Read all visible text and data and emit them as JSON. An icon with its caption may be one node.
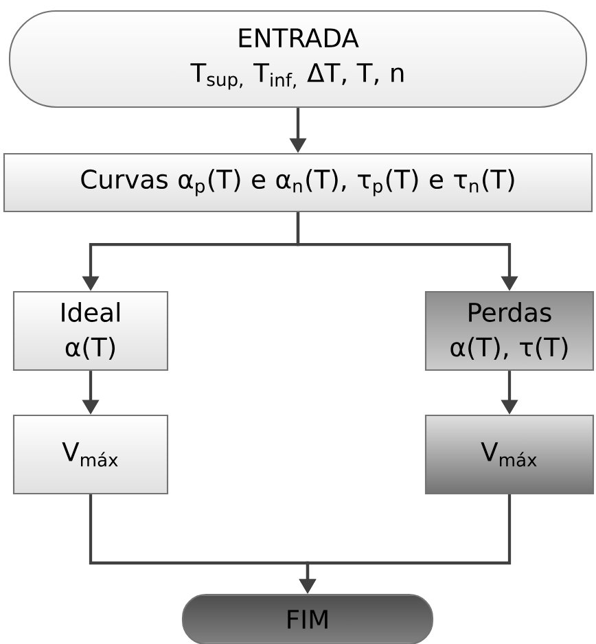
{
  "diagram": {
    "nodes": [
      {
        "text": [
          "ENTRADA",
          "T$_{sup,}$ T$_{inf,}$ ΔT, T, n"
        ]
      },
      {
        "text": [
          "Curvas α$_{p}$(T) e α$_{n}$(T), τ$_{p}$(T) e τ$_{n}$(T)"
        ]
      },
      {
        "text": [
          "Ideal α(T)"
        ]
      },
      {
        "text": [
          "Perdas α(T), τ(T)"
        ]
      },
      {
        "text": [
          "V$_{máx}$"
        ]
      },
      {
        "text": [
          "V$_{máx}$"
        ]
      },
      {
        "text": [
          "FIM"
        ]
      }
    ],
    "edges": [
      {
        "from": 0,
        "to": 1,
        "arrow": "to"
      },
      {
        "from": 1,
        "to": 2,
        "arrow": "to"
      },
      {
        "from": 1,
        "to": 3,
        "arrow": "to"
      },
      {
        "from": 2,
        "to": 4,
        "arrow": "to"
      },
      {
        "from": 3,
        "to": 5,
        "arrow": "to"
      },
      {
        "from": 4,
        "to": 6,
        "arrow": "to"
      },
      {
        "from": 5,
        "to": 6,
        "arrow": "to"
      }
    ]
  }
}
